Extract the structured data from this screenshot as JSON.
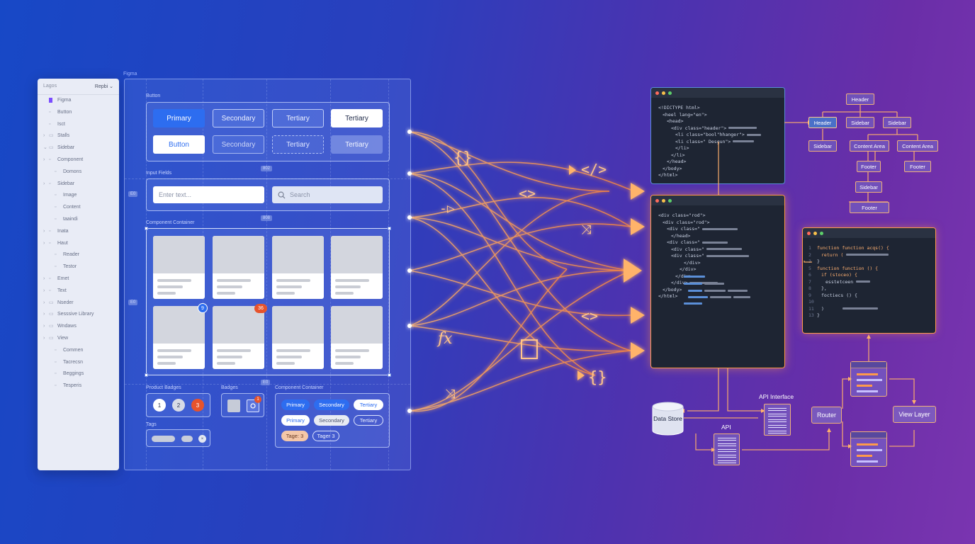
{
  "layers_panel": {
    "tab_left": "Lagos",
    "tab_right": "Repbi",
    "items": [
      {
        "label": "Figma",
        "icon": "figma-icon",
        "twisty": ""
      },
      {
        "label": "Button",
        "icon": "component-icon",
        "twisty": ""
      },
      {
        "label": "Isct",
        "icon": "component-icon",
        "twisty": ""
      },
      {
        "label": "Stalls",
        "icon": "folder-icon",
        "twisty": "›"
      },
      {
        "label": "Sidebar",
        "icon": "folder-icon",
        "twisty": "⌄"
      },
      {
        "label": "Component",
        "icon": "component-icon",
        "twisty": "›"
      },
      {
        "label": "Domons",
        "icon": "component-icon",
        "twisty": ""
      },
      {
        "label": "Sidebar",
        "icon": "component-icon",
        "twisty": "›"
      },
      {
        "label": "Image",
        "icon": "component-icon",
        "twisty": ""
      },
      {
        "label": "Content",
        "icon": "component-icon",
        "twisty": ""
      },
      {
        "label": "taaindi",
        "icon": "component-icon",
        "twisty": ""
      },
      {
        "label": "Inata",
        "icon": "component-icon",
        "twisty": "›"
      },
      {
        "label": "Haut",
        "icon": "component-icon",
        "twisty": "›"
      },
      {
        "label": "Reader",
        "icon": "component-icon",
        "twisty": ""
      },
      {
        "label": "Testor",
        "icon": "component-icon",
        "twisty": ""
      },
      {
        "label": "Emet",
        "icon": "component-icon",
        "twisty": "›"
      },
      {
        "label": "Text",
        "icon": "component-icon",
        "twisty": "›"
      },
      {
        "label": "Nseder",
        "icon": "folder-icon",
        "twisty": "›"
      },
      {
        "label": "Sesssive Library",
        "icon": "folder-icon",
        "twisty": "›"
      },
      {
        "label": "Wndaws",
        "icon": "folder-icon",
        "twisty": "›"
      },
      {
        "label": "View",
        "icon": "folder-icon",
        "twisty": "›"
      },
      {
        "label": "Commen",
        "icon": "component-icon",
        "twisty": ""
      },
      {
        "label": "Tacrecsn",
        "icon": "component-icon",
        "twisty": ""
      },
      {
        "label": "Beggings",
        "icon": "component-icon",
        "twisty": ""
      },
      {
        "label": "Tesperis",
        "icon": "component-icon",
        "twisty": ""
      }
    ]
  },
  "canvas": {
    "figma_label": "Figma",
    "button_section": "Button",
    "buttons_row1": [
      "Primary",
      "Secondary",
      "Tertiary",
      "Tertiary"
    ],
    "buttons_row2": [
      "Button",
      "Secondary",
      "Tertiary",
      "Tertiary"
    ],
    "size_tag_1": "802",
    "input_section": "Input Fields",
    "input_placeholder": "Enter text...",
    "search_placeholder": "Search",
    "size_tag_side_1": "E0",
    "size_tag_2": "808",
    "container_section": "Component Container",
    "size_tag_side_2": "E0",
    "badge_blue": "9",
    "badge_red": "36",
    "size_tag_3": "E0",
    "product_badges_label": "Product Badges",
    "product_badges": [
      "1",
      "2",
      "3"
    ],
    "badges_label": "Badges",
    "badge_count": "1",
    "tags_label": "Tags",
    "component_container_label": "Component Container",
    "pills_row1": [
      "Primary",
      "Secondary",
      "Tertiary"
    ],
    "pills_row2": [
      "Primary",
      "Secondary",
      "Tertiary"
    ],
    "tag_pills": [
      "Tage: 3",
      "Tager 3"
    ]
  },
  "code_top": {
    "lines": [
      "<!DICTYPE html>",
      "<heel lang=\"en\">",
      "<head>",
      "<div class=\"header\">",
      "<li class=\"bool\"hhanger\">",
      "<li class=\" Desgun\">",
      "</li>",
      "</li>",
      "</head>",
      "</body>",
      "</html>"
    ]
  },
  "code_mid": {
    "lines": [
      "<div class=\"rod\">",
      "<div class=\"rod\">",
      "<div class=\"",
      "</head>",
      "<div class=\"",
      "<div class=\"",
      "<div class=\"",
      "</div>",
      "</div>",
      "</div>",
      "</div>",
      "</body>",
      "</html>"
    ]
  },
  "code_fn": {
    "lines": [
      {
        "n": "1",
        "t": "function function acqs() {"
      },
      {
        "n": "2",
        "t": "return ("
      },
      {
        "n": "3",
        "t": "}"
      },
      {
        "n": "5",
        "t": "function function () {"
      },
      {
        "n": "6",
        "t": "if (stoceo) {"
      },
      {
        "n": "7",
        "t": "esstetceen"
      },
      {
        "n": "8",
        "t": "},"
      },
      {
        "n": "9",
        "t": "foctiecs () {"
      },
      {
        "n": "10",
        "t": ""
      },
      {
        "n": "11",
        "t": ")"
      },
      {
        "n": "13",
        "t": "}"
      }
    ]
  },
  "tree": {
    "root": "Header",
    "level1": [
      "Header",
      "Sidebar",
      "Sidebar"
    ],
    "level2": [
      "Sidebar",
      "Content Area",
      "Content Area"
    ],
    "level3": [
      "Footer",
      "Footer"
    ],
    "level4": "Sidebar",
    "level5": "Footer"
  },
  "arch": {
    "data_store": "Data Store",
    "api": "API",
    "api_interface": "API Interface",
    "router": "Router",
    "view_layer": "View Layer"
  },
  "colors": {
    "accent_orange": "#ff9a4a",
    "primary_blue": "#2d6df0",
    "badge_red": "#e6532c"
  }
}
